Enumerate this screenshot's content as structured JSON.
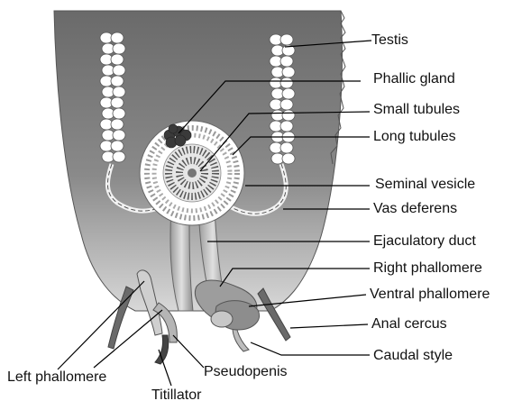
{
  "labels": {
    "testis": "Testis",
    "phallic_gland": "Phallic gland",
    "small_tubules": "Small tubules",
    "long_tubules": "Long tubules",
    "seminal_vesicle": "Seminal vesicle",
    "vas_deferens": "Vas deferens",
    "ejaculatory_duct": "Ejaculatory duct",
    "right_phallomere": "Right phallomere",
    "ventral_phallomere": "Ventral phallomere",
    "anal_cercus": "Anal cercus",
    "caudal_style": "Caudal style",
    "left_phallomere": "Left phallomere",
    "pseudopenis": "Pseudopenis",
    "titillator": "Titillator"
  },
  "colors": {
    "body_dark": "#6e6e6e",
    "body_light": "#d6d6d6",
    "organ_fill": "#ffffff",
    "gland": "#3a3a3a",
    "leader_line": "#000000"
  }
}
